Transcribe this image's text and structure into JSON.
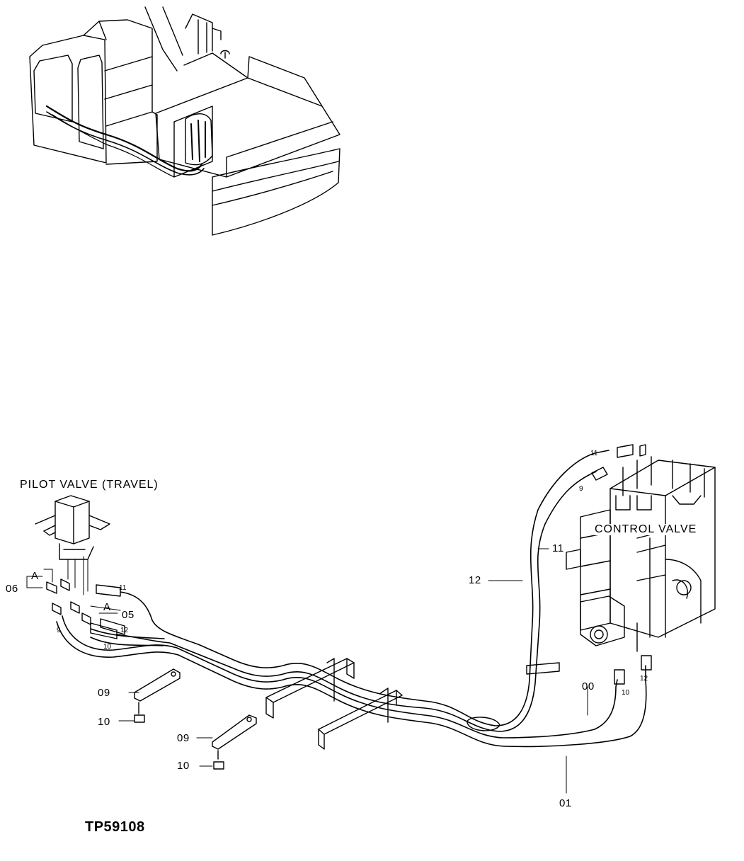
{
  "labels": {
    "pilot_valve": "PILOT VALVE (TRAVEL)",
    "control_valve": "CONTROL VALVE",
    "drawing_code": "TP59108",
    "detail_ref": "A"
  },
  "callouts": {
    "c01": "01",
    "c05": "05",
    "c06": "06",
    "c00": "00",
    "c09a": "09",
    "c09b": "09",
    "c10a": "10",
    "c10b": "10",
    "c11": "11",
    "c12": "12"
  },
  "port_tags": {
    "p9_left": "9",
    "p10_left": "10",
    "p11_left": "11",
    "p12_left": "12",
    "p11_right": "11",
    "p9_right": "9",
    "p10_right": "10",
    "p12_right": "12"
  }
}
